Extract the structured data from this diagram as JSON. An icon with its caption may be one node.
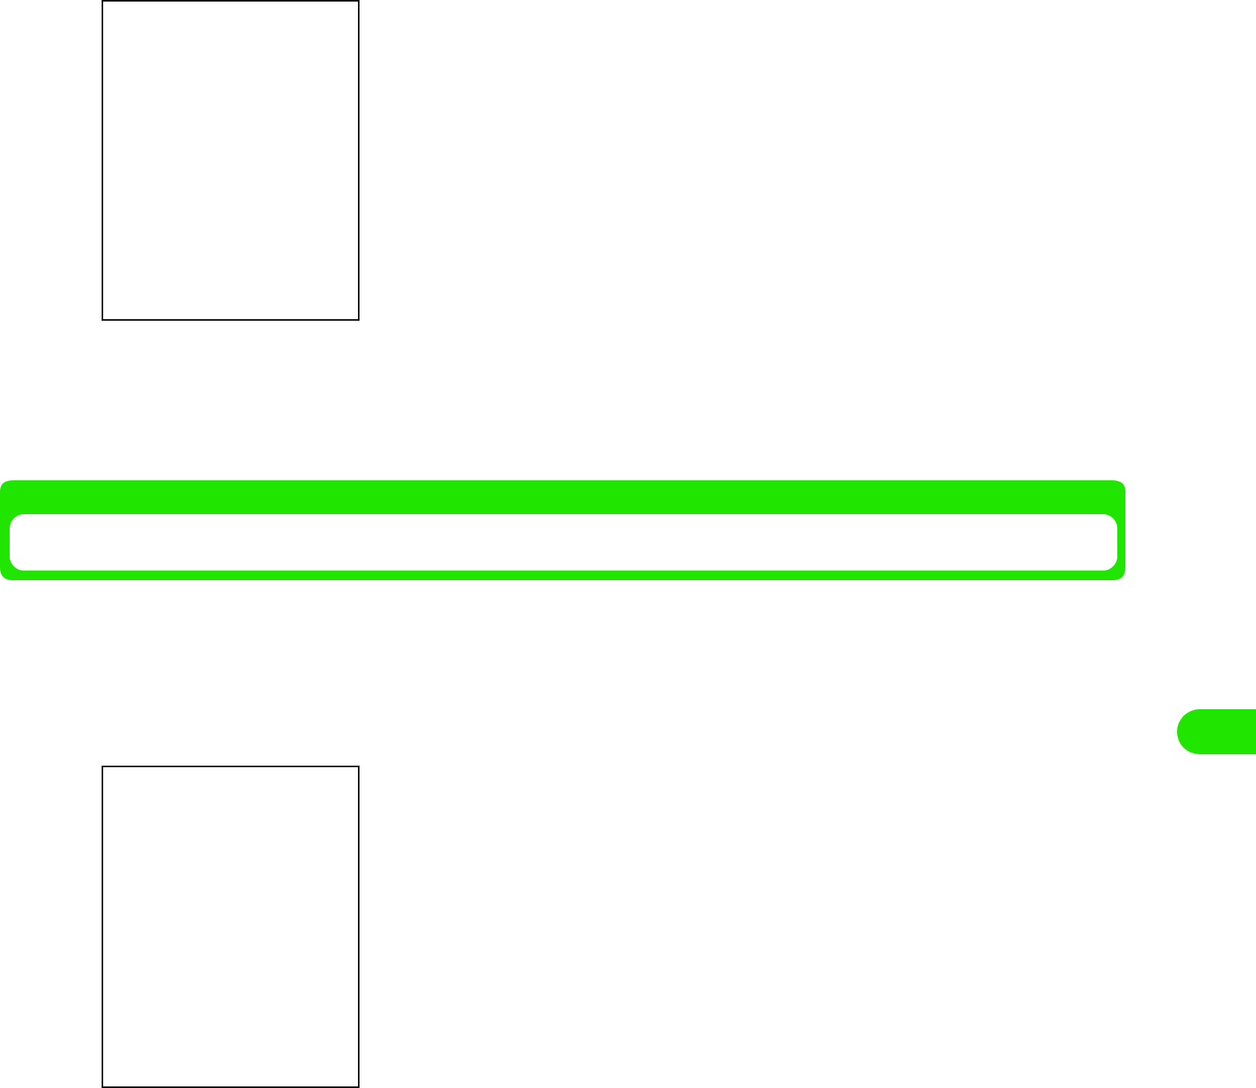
{
  "diagram": {
    "nodes": [
      {
        "text": [],
        "shape": "box"
      },
      {
        "text": [],
        "shape": "bar"
      },
      {
        "text": [],
        "shape": "bar"
      },
      {
        "text": [],
        "shape": "box"
      }
    ]
  }
}
